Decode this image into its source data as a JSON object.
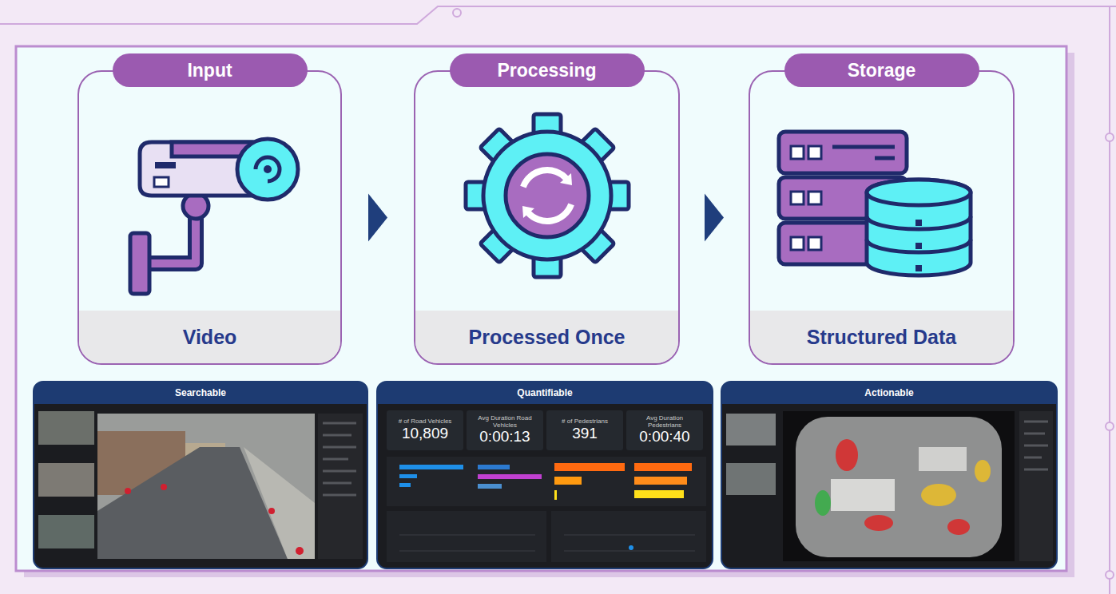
{
  "diagram": {
    "nodes": [
      {
        "text": [
          "Input",
          "Video"
        ]
      },
      {
        "text": [
          "Processing",
          "Processed Once"
        ]
      },
      {
        "text": [
          "Storage",
          "Structured Data"
        ]
      },
      {
        "text": [
          "Searchable"
        ]
      },
      {
        "text": [
          "Quantifiable"
        ]
      },
      {
        "text": [
          "Actionable"
        ]
      },
      {
        "text": [
          "# of Road Vehicles",
          "10,809"
        ],
        "in": 4
      },
      {
        "text": [
          "Avg Duration Road Vehicles",
          "0:00:13"
        ],
        "in": 4
      },
      {
        "text": [
          "# of Pedestrians",
          "391"
        ],
        "in": 4
      },
      {
        "text": [
          "Avg Duration Pedestrians",
          "0:00:40"
        ],
        "in": 4
      }
    ],
    "edges": [
      {
        "from": 0,
        "to": 1,
        "arrow": "to"
      },
      {
        "from": 1,
        "to": 2,
        "arrow": "to"
      }
    ]
  }
}
